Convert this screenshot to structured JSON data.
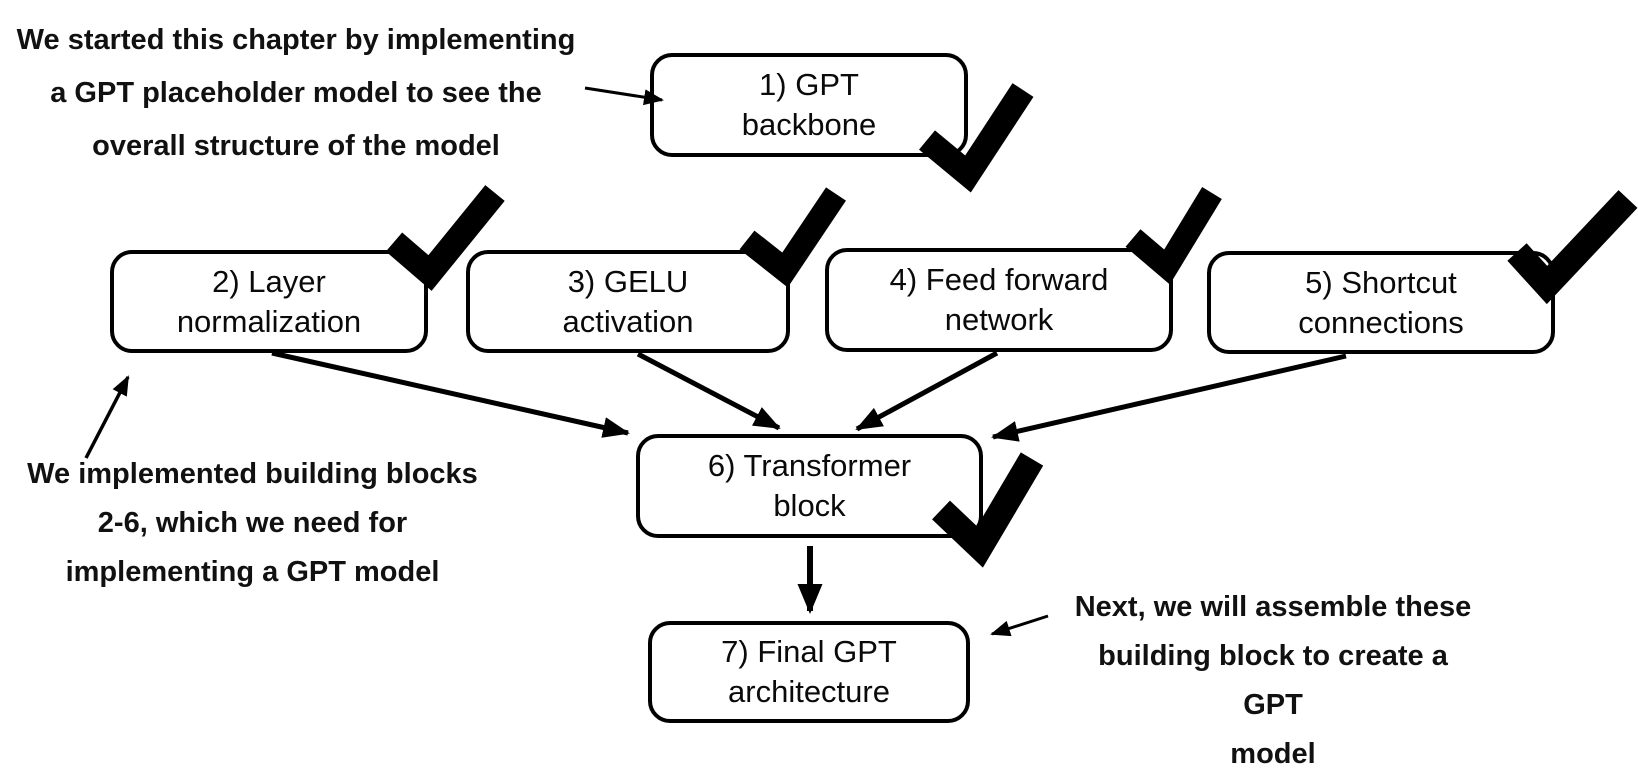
{
  "diagram": {
    "title_hint": "GPT building blocks progress diagram",
    "colors": {
      "ink": "#000000",
      "background": "#ffffff"
    },
    "icons": {
      "checkmark_icon": "✔",
      "arrow_icon": "→"
    },
    "nodes": [
      {
        "id": "gpt-backbone",
        "label": "1) GPT\nbackbone",
        "checked": true
      },
      {
        "id": "layer-normalization",
        "label": "2) Layer\nnormalization",
        "checked": true
      },
      {
        "id": "gelu-activation",
        "label": "3) GELU\nactivation",
        "checked": true
      },
      {
        "id": "feed-forward-network",
        "label": "4) Feed forward\nnetwork",
        "checked": true
      },
      {
        "id": "shortcut-connections",
        "label": "5) Shortcut\nconnections",
        "checked": true
      },
      {
        "id": "transformer-block",
        "label": "6) Transformer\nblock",
        "checked": true
      },
      {
        "id": "final-gpt-architecture",
        "label": "7) Final GPT\narchitecture",
        "checked": false
      }
    ],
    "edges": [
      {
        "from": "layer-normalization",
        "to": "transformer-block"
      },
      {
        "from": "gelu-activation",
        "to": "transformer-block"
      },
      {
        "from": "feed-forward-network",
        "to": "transformer-block"
      },
      {
        "from": "shortcut-connections",
        "to": "transformer-block"
      },
      {
        "from": "transformer-block",
        "to": "final-gpt-architecture"
      }
    ],
    "annotations": [
      {
        "id": "intro",
        "text": "We started this chapter by implementing\na GPT placeholder model to see the\noverall structure of the model",
        "points_to": "gpt-backbone"
      },
      {
        "id": "building-blocks",
        "text": "We implemented building blocks\n2-6, which we need for\nimplementing a GPT model",
        "points_to": "layer-normalization"
      },
      {
        "id": "next-steps",
        "text": "Next, we will assemble these\nbuilding block to create a GPT\nmodel",
        "points_to": "final-gpt-architecture"
      }
    ]
  }
}
